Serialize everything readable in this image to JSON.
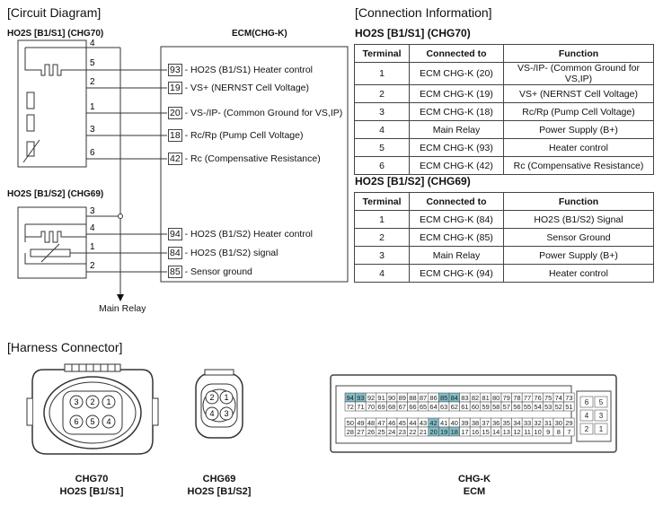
{
  "circuit": {
    "title": "[Circuit Diagram]",
    "sensor1_label": "HO2S [B1/S1] (CHG70)",
    "sensor2_label": "HO2S [B1/S2] (CHG69)",
    "ecm_label": "ECM(CHG-K)",
    "main_relay": "Main Relay",
    "s1_pins": [
      "5",
      "2",
      "1",
      "3",
      "6",
      "4"
    ],
    "s2_pins": [
      "3",
      "4",
      "1",
      "2"
    ],
    "ecm_pins": [
      {
        "num": "93",
        "text": " - HO2S (B1/S1) Heater control"
      },
      {
        "num": "19",
        "text": " - VS+ (NERNST Cell Voltage)"
      },
      {
        "num": "20",
        "text": " - VS-/IP- (Common Ground for VS,IP)"
      },
      {
        "num": "18",
        "text": " - Rc/Rp (Pump Cell Voltage)"
      },
      {
        "num": "42",
        "text": " - Rc (Compensative Resistance)"
      },
      {
        "num": "94",
        "text": " - HO2S (B1/S2) Heater control"
      },
      {
        "num": "84",
        "text": " - HO2S (B1/S2) signal"
      },
      {
        "num": "85",
        "text": " - Sensor ground"
      }
    ]
  },
  "connection": {
    "title": "[Connection Information]",
    "table1_title": "HO2S [B1/S1] (CHG70)",
    "table2_title": "HO2S [B1/S2] (CHG69)",
    "headers": [
      "Terminal",
      "Connected to",
      "Function"
    ],
    "table1_rows": [
      [
        "1",
        "ECM CHG-K (20)",
        "VS-/IP- (Common Ground for VS,IP)"
      ],
      [
        "2",
        "ECM CHG-K (19)",
        "VS+ (NERNST Cell Voltage)"
      ],
      [
        "3",
        "ECM CHG-K (18)",
        "Rc/Rp (Pump Cell Voltage)"
      ],
      [
        "4",
        "Main Relay",
        "Power Supply (B+)"
      ],
      [
        "5",
        "ECM CHG-K (93)",
        "Heater control"
      ],
      [
        "6",
        "ECM CHG-K (42)",
        "Rc (Compensative Resistance)"
      ]
    ],
    "table2_rows": [
      [
        "1",
        "ECM CHG-K (84)",
        "HO2S (B1/S2) Signal"
      ],
      [
        "2",
        "ECM CHG-K (85)",
        "Sensor Ground"
      ],
      [
        "3",
        "Main Relay",
        "Power Supply (B+)"
      ],
      [
        "4",
        "ECM CHG-K (94)",
        "Heater control"
      ]
    ]
  },
  "harness": {
    "title": "[Harness Connector]",
    "chg70_pins": [
      "3",
      "2",
      "1",
      "6",
      "5",
      "4"
    ],
    "chg69_pins": [
      "2",
      "1",
      "4",
      "3"
    ],
    "chg70_caption1": "CHG70",
    "chg70_caption2": "HO2S [B1/S1]",
    "chg69_caption1": "CHG69",
    "chg69_caption2": "HO2S [B1/S2]",
    "chgk_caption1": "CHG-K",
    "chgk_caption2": "ECM",
    "chgk_row1": [
      "94",
      "93",
      "92",
      "91",
      "90",
      "89",
      "88",
      "87",
      "86",
      "85",
      "84",
      "83",
      "82",
      "81",
      "80",
      "79",
      "78",
      "77",
      "76",
      "75",
      "74",
      "73"
    ],
    "chgk_row2": [
      "72",
      "71",
      "70",
      "69",
      "68",
      "67",
      "66",
      "65",
      "64",
      "63",
      "62",
      "61",
      "60",
      "59",
      "58",
      "57",
      "56",
      "55",
      "54",
      "53",
      "52",
      "51"
    ],
    "chgk_row3": [
      "50",
      "49",
      "48",
      "47",
      "46",
      "45",
      "44",
      "43",
      "42",
      "41",
      "40",
      "39",
      "38",
      "37",
      "36",
      "35",
      "34",
      "33",
      "32",
      "31",
      "30",
      "29"
    ],
    "chgk_row4": [
      "28",
      "27",
      "26",
      "25",
      "24",
      "23",
      "22",
      "21",
      "20",
      "19",
      "18",
      "17",
      "16",
      "15",
      "14",
      "13",
      "12",
      "11",
      "10",
      "9",
      "8",
      "7"
    ],
    "chgk_side": [
      "6",
      "5",
      "4",
      "3",
      "2",
      "1"
    ],
    "highlight_color": "#7fbfc8",
    "highlighted": [
      "93",
      "94",
      "84",
      "85",
      "19",
      "20",
      "18",
      "42"
    ]
  }
}
